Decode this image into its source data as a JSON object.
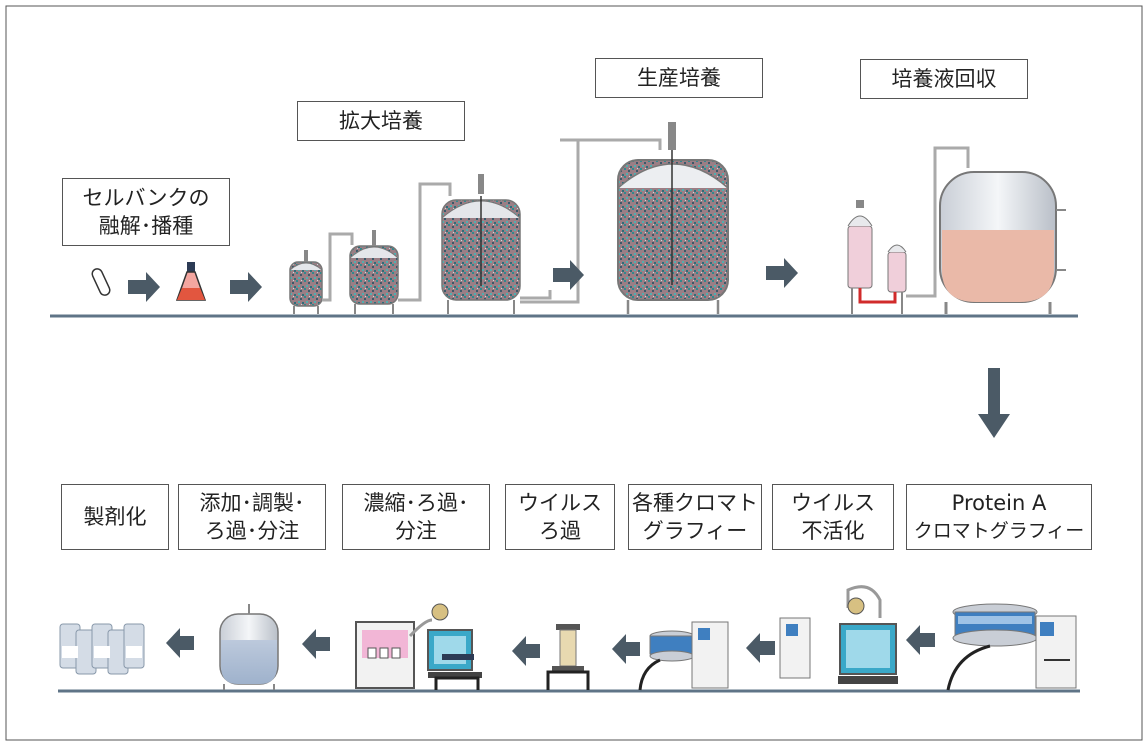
{
  "upper_steps": {
    "thaw": {
      "line1": "セルバンクの",
      "line2": "融解･播種"
    },
    "expansion": "拡大培養",
    "production": "生産培養",
    "harvest": "培養液回収"
  },
  "lower_steps": {
    "protein_a": {
      "line1": "Protein A",
      "line2": "クロマトグラフィー"
    },
    "virus_inactivation": {
      "line1": "ウイルス",
      "line2": "不活化"
    },
    "chromatography": {
      "line1": "各種クロマト",
      "line2": "グラフィー"
    },
    "virus_filtration": {
      "line1": "ウイルス",
      "line2": "ろ過"
    },
    "concentration": {
      "line1": "濃縮･ろ過･",
      "line2": "分注"
    },
    "formulation": {
      "line1": "添加･調製･",
      "line2": "ろ過･分注"
    },
    "finishing": "製剤化"
  },
  "colors": {
    "arrow": "#4b5a66",
    "baseline": "#5f7487",
    "culture": "#4a8a8a",
    "harvest_fluid": "#eab9a8",
    "tank_body": "#e7eaef"
  }
}
